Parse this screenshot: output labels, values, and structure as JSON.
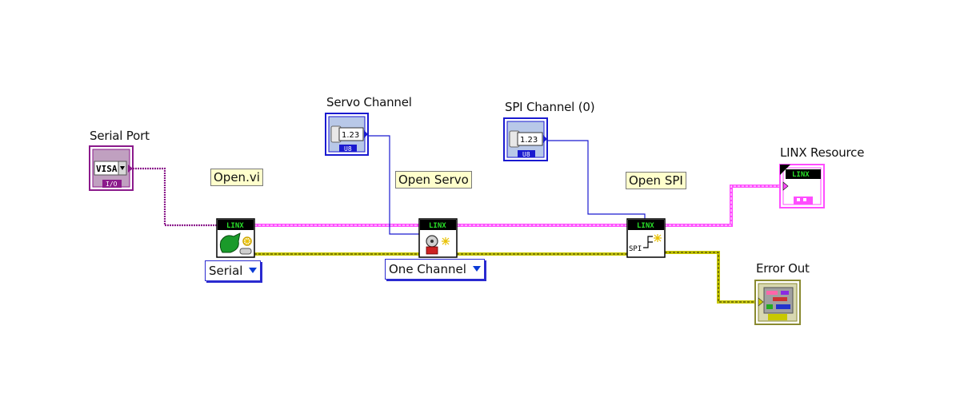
{
  "labels": {
    "serial_port": "Serial Port",
    "servo_channel": "Servo Channel",
    "spi_channel": "SPI Channel (0)",
    "linx_resource": "LINX Resource",
    "error_out": "Error Out"
  },
  "notes": {
    "open_vi": "Open.vi",
    "open_servo": "Open Servo",
    "open_spi": "Open SPI"
  },
  "rings": {
    "serial": "Serial",
    "one_channel": "One Channel"
  },
  "icons": {
    "visa": "VISA",
    "io": "I/O",
    "num": "1.23",
    "u8": "U8",
    "linx": "LINX",
    "spi": "SPI"
  },
  "colors": {
    "refnum_wire": "#ff4dff",
    "error_wire": "#c8c800",
    "numeric_wire": "#1a1ad0",
    "visa_wire": "#8b1a8b"
  }
}
